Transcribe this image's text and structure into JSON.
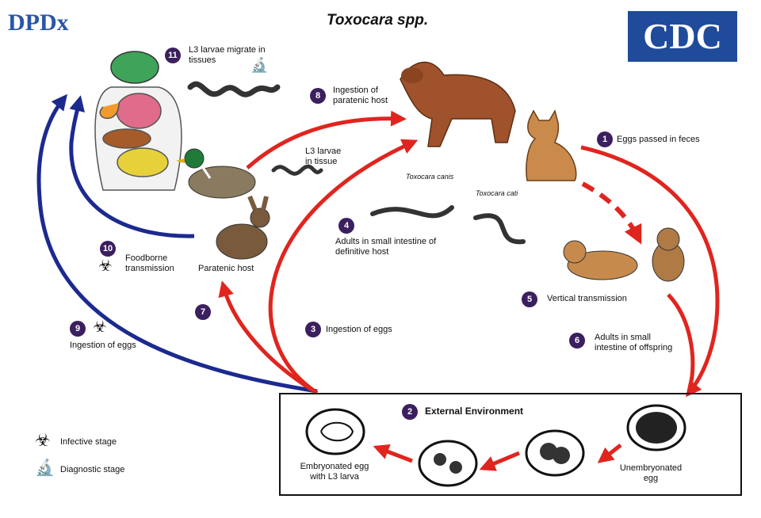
{
  "title": "Toxocara spp.",
  "logos": {
    "left": "DPDx",
    "right": "CDC"
  },
  "colors": {
    "red_arrow": "#e0251f",
    "blue_arrow": "#1c2a8f",
    "step_badge": "#3b1f5e",
    "cdc_blue": "#1f4b9a"
  },
  "steps": {
    "s1": {
      "num": "1",
      "text": "Eggs passed in feces"
    },
    "s2": {
      "num": "2",
      "text": "External Environment"
    },
    "s3": {
      "num": "3",
      "text": "Ingestion of eggs"
    },
    "s4": {
      "num": "4",
      "text": "Adults in small intestine of definitive host"
    },
    "s5": {
      "num": "5",
      "text": "Vertical transmission"
    },
    "s6": {
      "num": "6",
      "text": "Adults in small intestine of offspring"
    },
    "s7": {
      "num": "7"
    },
    "s8": {
      "num": "8",
      "text": "Ingestion of paratenic host"
    },
    "s9": {
      "num": "9",
      "text": "Ingestion of eggs"
    },
    "s10": {
      "num": "10",
      "text": "Foodborne transmission"
    },
    "s11": {
      "num": "11",
      "text": "L3 larvae migrate in tissues"
    }
  },
  "labels": {
    "l3_tissue": "L3 larvae in tissue",
    "paratenic_host": "Paratenic host",
    "toxocara_canis": "Toxocara canis",
    "toxocara_cati": "Toxocara cati",
    "embryonated": "Embryonated egg with L3 larva",
    "unembryonated": "Unembryonated egg"
  },
  "legend": {
    "infective": "Infective stage",
    "diagnostic": "Diagnostic stage"
  }
}
